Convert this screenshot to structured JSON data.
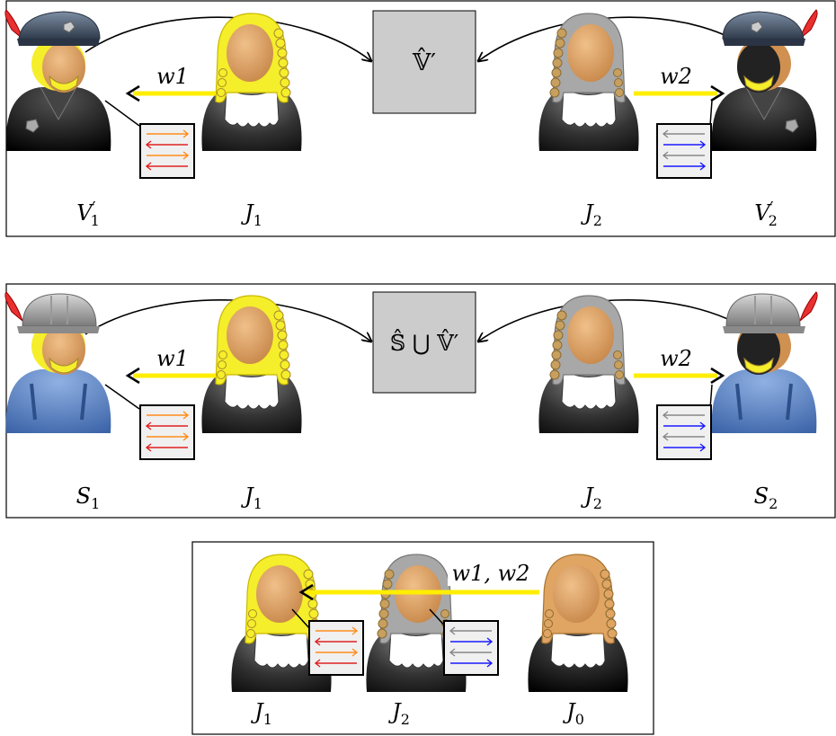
{
  "panels": [
    {
      "center_box_label": "𝕍̂′",
      "left_agent": {
        "name": "V",
        "sub": "1",
        "prime": "′"
      },
      "left_judge": {
        "name": "J",
        "sub": "1"
      },
      "right_judge": {
        "name": "J",
        "sub": "2"
      },
      "right_agent": {
        "name": "V",
        "sub": "2",
        "prime": "′"
      },
      "left_weight": "w1",
      "right_weight": "w2"
    },
    {
      "center_box_label": "𝕊̂ ⋃ 𝕍̂′",
      "left_agent": {
        "name": "S",
        "sub": "1",
        "prime": ""
      },
      "left_judge": {
        "name": "J",
        "sub": "1"
      },
      "right_judge": {
        "name": "J",
        "sub": "2"
      },
      "right_agent": {
        "name": "S",
        "sub": "2",
        "prime": ""
      },
      "left_weight": "w1",
      "right_weight": "w2"
    },
    {
      "judges": [
        {
          "name": "J",
          "sub": "1"
        },
        {
          "name": "J",
          "sub": "2"
        },
        {
          "name": "J",
          "sub": "0"
        }
      ],
      "weights_label": "w1, w2"
    }
  ],
  "colors": {
    "judge_yellow_wig": "#f5ee2a",
    "judge_gray_wig": "#a8a8a8",
    "judge_orange_wig": "#e0a463",
    "skin": "#e0a463",
    "robe_dark": "#2a2a2a",
    "box_fill": "#cccccc",
    "arrow_yellow": "#ffee00",
    "red": "#e02020",
    "orange": "#ff8c1a",
    "blue": "#1a1aff",
    "gray": "#888888",
    "worker_blue": "#5b86c8",
    "police_cap": "#4a5a6e"
  },
  "icons": [
    "judge-icon",
    "police-devil-icon",
    "worker-devil-icon",
    "message-box-icon"
  ]
}
